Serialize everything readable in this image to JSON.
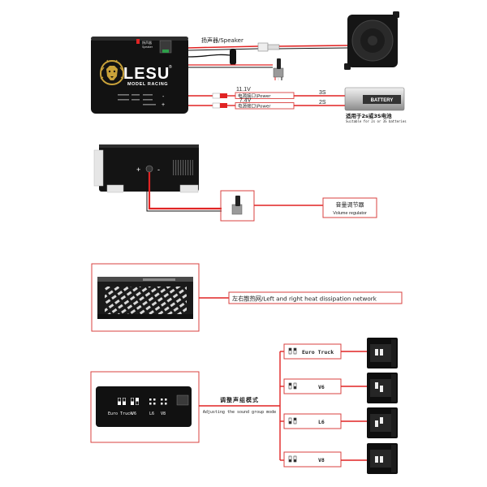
{
  "speaker": {
    "label": "扬声器/Speaker"
  },
  "module": {
    "brand": "LESU",
    "registered": "®",
    "subtitle": "MODEL RACING",
    "port_label_cn": "扬声器",
    "port_label_en": "Speaker",
    "minus": "-",
    "plus": "+"
  },
  "power": [
    {
      "voltage": "11.1V",
      "label": "电源接口\\Power",
      "cells": "3S"
    },
    {
      "voltage": "7.4V",
      "label": "电源接口\\Power",
      "cells": "2S"
    }
  ],
  "battery": {
    "label": "BATTERY",
    "note_cn": "适用于2s或3S电池",
    "note_en": "Suitable for 2s or 3S batteries"
  },
  "volume_regulator": {
    "label_cn": "音量调节器",
    "label_en": "Volume regulator",
    "plus": "+",
    "minus": "-"
  },
  "heat_dissipation": {
    "label": "左右散热网/Left and right heat dissipation network"
  },
  "sound_mode": {
    "label_cn": "调整声组模式",
    "label_en": "Adjusting the sound group mode",
    "panel_labels": [
      "Euro Truck",
      "V6",
      "L6",
      "V8"
    ],
    "options": [
      "Euro Truck",
      "V6",
      "L6",
      "V8"
    ]
  },
  "colors": {
    "callout_outline": "#d9413f",
    "wire_red": "#e02424",
    "device_body": "#121212",
    "logo_gold": "#c9a23a"
  }
}
